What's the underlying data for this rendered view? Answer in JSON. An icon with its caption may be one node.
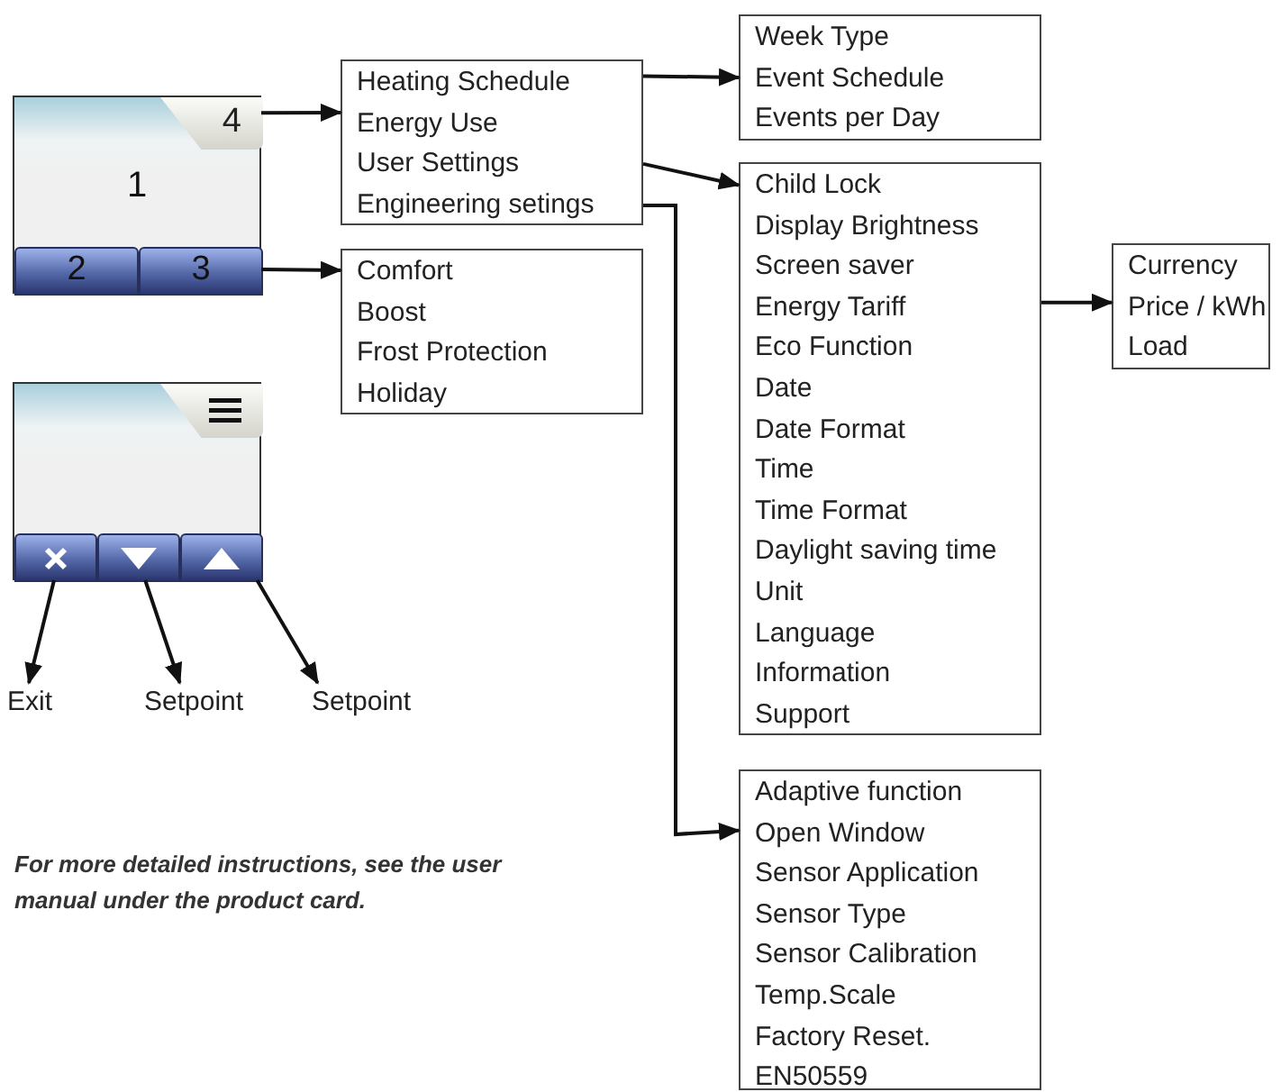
{
  "diagram": {
    "nodes": [
      {
        "text": [
          "1"
        ]
      },
      {
        "text": [
          "4"
        ],
        "in": 0
      },
      {
        "text": [
          "2"
        ],
        "in": 0
      },
      {
        "text": [
          "3"
        ],
        "in": 0
      },
      {
        "text": [
          "Heating Schedule",
          "Energy Use",
          "User Settings",
          "Engineering setings"
        ]
      },
      {
        "text": [
          "Comfort",
          "Boost",
          "Frost Protection",
          "Holiday"
        ]
      },
      {
        "text": [
          "Week Type",
          "Event Schedule",
          "Events per Day"
        ]
      },
      {
        "text": [
          "Child Lock",
          "Display Brightness",
          "Screen saver",
          "Energy Tariff",
          "Eco Function",
          "Date",
          "Date Format",
          "Time",
          "Time Format",
          "Daylight saving time",
          "Unit",
          "Language",
          "Information",
          "Support"
        ]
      },
      {
        "text": [
          "Currency",
          "Price / kWh",
          "Load"
        ]
      },
      {
        "text": [
          "Adaptive function",
          "Open Window",
          "Sensor Application",
          "Sensor Type",
          "Sensor Calibration",
          "Temp.Scale",
          "Factory Reset.",
          "EN50559"
        ]
      },
      {
        "text": [],
        "shape": "box"
      },
      {
        "text": [],
        "shape": "box",
        "in": 10
      },
      {
        "text": [],
        "shape": "box",
        "in": 10
      },
      {
        "text": [],
        "shape": "box",
        "in": 10
      },
      {
        "text": [],
        "shape": "box",
        "in": 10
      },
      {
        "text": [
          "Exit"
        ]
      },
      {
        "text": [
          "Setpoint"
        ]
      },
      {
        "text": [
          "Setpoint"
        ]
      }
    ],
    "edges": [
      {
        "from": 1,
        "to": 4,
        "arrow": "to"
      },
      {
        "from": 3,
        "to": 5,
        "arrow": "to"
      },
      {
        "from": 4,
        "to": 6,
        "arrow": "to"
      },
      {
        "from": 4,
        "to": 7,
        "arrow": "to"
      },
      {
        "from": 4,
        "to": 9,
        "arrow": "to"
      },
      {
        "from": 7,
        "to": 8,
        "arrow": "to"
      },
      {
        "from": 12,
        "to": 15,
        "arrow": "to"
      },
      {
        "from": 13,
        "to": 16,
        "arrow": "to"
      },
      {
        "from": 14,
        "to": 17,
        "arrow": "to"
      }
    ],
    "labels": [
      "For more detailed instructions, see the user manual under the product card."
    ]
  }
}
